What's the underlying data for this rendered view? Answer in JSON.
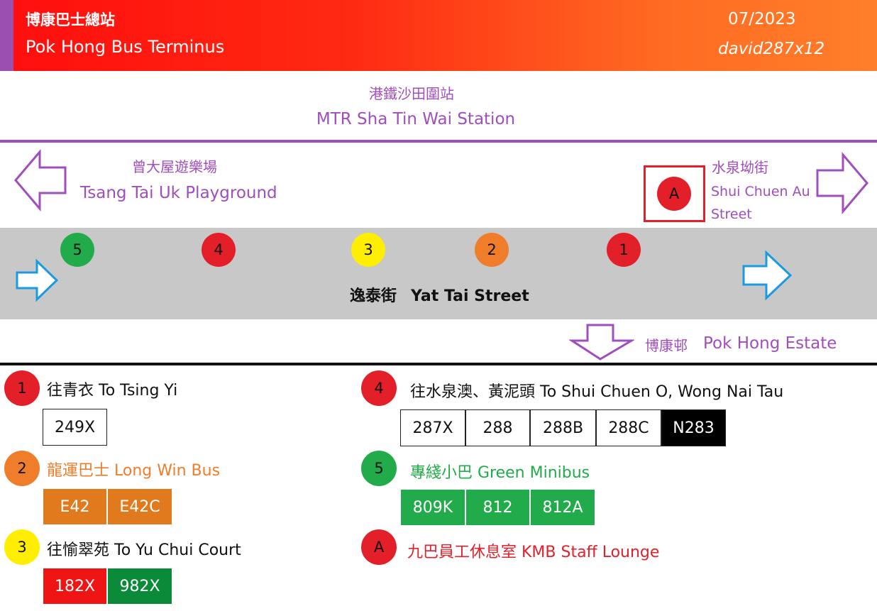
{
  "header": {
    "title_zh": "博康巴士總站",
    "title_en": "Pok Hong Bus Terminus",
    "date": "07/2023",
    "author": "david287x12"
  },
  "landmarks": {
    "mtr_zh": "港鐵沙田圍站",
    "mtr_en": "MTR Sha Tin Wai Station",
    "playground_zh": "曾大屋遊樂場",
    "playground_en": "Tsang Tai Uk Playground",
    "street_zh": "水泉坳街",
    "street_en_1": "Shui Chuen Au",
    "street_en_2": "Street",
    "estate_zh": "博康邨",
    "estate_en": "Pok Hong Estate"
  },
  "road": {
    "name_zh": "逸泰街",
    "name_en": "Yat Tai Street"
  },
  "stops": [
    {
      "label": "5",
      "color": "#22ab4a"
    },
    {
      "label": "4",
      "color": "#e3202a"
    },
    {
      "label": "3",
      "color": "#ffee00"
    },
    {
      "label": "2",
      "color": "#f07d2a"
    },
    {
      "label": "1",
      "color": "#e3202a"
    }
  ],
  "staff_marker": "A",
  "legend": [
    {
      "id": "1",
      "dest": "往青衣 To Tsing Yi",
      "routes": [
        "249X"
      ]
    },
    {
      "id": "2",
      "dest": "龍運巴士 Long Win Bus",
      "routes": [
        "E42",
        "E42C"
      ]
    },
    {
      "id": "3",
      "dest": "往愉翠苑 To Yu Chui Court",
      "routes": [
        "182X",
        "982X"
      ]
    },
    {
      "id": "4",
      "dest": "往水泉澳、黃泥頭 To Shui Chuen O, Wong Nai Tau",
      "routes": [
        "287X",
        "288",
        "288B",
        "288C",
        "N283"
      ]
    },
    {
      "id": "5",
      "dest": "專綫小巴 Green Minibus",
      "routes": [
        "809K",
        "812",
        "812A"
      ]
    },
    {
      "id": "A",
      "dest": "九巴員工休息室 KMB Staff Lounge",
      "routes": []
    }
  ],
  "colors": {
    "purple": "#a04dbd",
    "red": "#e3202a",
    "orange": "#f07d2a",
    "yellow": "#ffee00",
    "green": "#22ab4a",
    "blue": "#1a9ae0"
  }
}
